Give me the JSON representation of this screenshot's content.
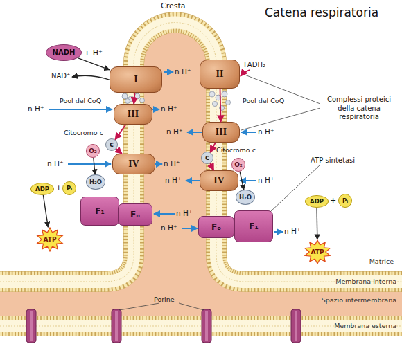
{
  "diagram": {
    "title": "Catena respiratoria",
    "nodes": [
      {
        "text": [
          "NADH"
        ]
      },
      {
        "text": [
          "I"
        ]
      },
      {
        "text": [
          "II"
        ]
      },
      {
        "text": [
          "III"
        ]
      },
      {
        "text": [
          "III"
        ]
      },
      {
        "text": [
          "c"
        ]
      },
      {
        "text": [
          "O₂"
        ]
      },
      {
        "text": [
          "c"
        ]
      },
      {
        "text": [
          "IV"
        ]
      },
      {
        "text": [
          "O₂"
        ]
      },
      {
        "text": [
          "IV"
        ]
      },
      {
        "text": [
          "H₂O"
        ]
      },
      {
        "text": [
          "H₂O"
        ]
      },
      {
        "text": [
          "ADP"
        ]
      },
      {
        "text": [
          "Pᵢ"
        ]
      },
      {
        "text": [
          "F₁"
        ]
      },
      {
        "text": [
          "Fₒ"
        ]
      },
      {
        "text": [
          "ADP"
        ]
      },
      {
        "text": [
          "Pᵢ"
        ]
      },
      {
        "text": [
          "Fₒ"
        ]
      },
      {
        "text": [
          "F₁"
        ]
      },
      {
        "text": [
          "ATP"
        ]
      },
      {
        "text": [
          "ATP"
        ]
      }
    ],
    "edges": [
      {
        "from": 0,
        "to": 1,
        "arrow": "to"
      },
      {
        "from": 1,
        "to": 3,
        "arrow": "to"
      },
      {
        "from": 3,
        "to": 5,
        "arrow": "to"
      },
      {
        "from": 5,
        "to": 8,
        "arrow": "to"
      },
      {
        "from": 2,
        "to": 4,
        "arrow": "to"
      },
      {
        "from": 4,
        "to": 7,
        "arrow": "to"
      },
      {
        "from": 7,
        "to": 10,
        "arrow": "to"
      },
      {
        "from": 6,
        "to": 11,
        "arrow": "to"
      },
      {
        "from": 9,
        "to": 12,
        "arrow": "to"
      },
      {
        "from": 13,
        "to": 21,
        "arrow": "to"
      },
      {
        "from": 17,
        "to": 22,
        "arrow": "to"
      }
    ],
    "labels": [
      "Cresta",
      "+ H⁺",
      "NAD⁺",
      "FADH₂",
      "Pool del CoQ",
      "Pool del CoQ",
      "n H⁺",
      "n H⁺",
      "n H⁺",
      "n H⁺",
      "n H⁺",
      "n H⁺",
      "n H⁺",
      "n H⁺",
      "n H⁺",
      "n H⁺",
      "n H⁺",
      "n H⁺",
      "Citocromo c",
      "Citocromo c",
      "Complessi proteici della catena respiratoria",
      "ATP-sintetasi",
      "+",
      "+",
      "Matrice",
      "Membrana interna",
      "Spazio intermembrana",
      "Membrana esterna",
      "Porine"
    ]
  }
}
